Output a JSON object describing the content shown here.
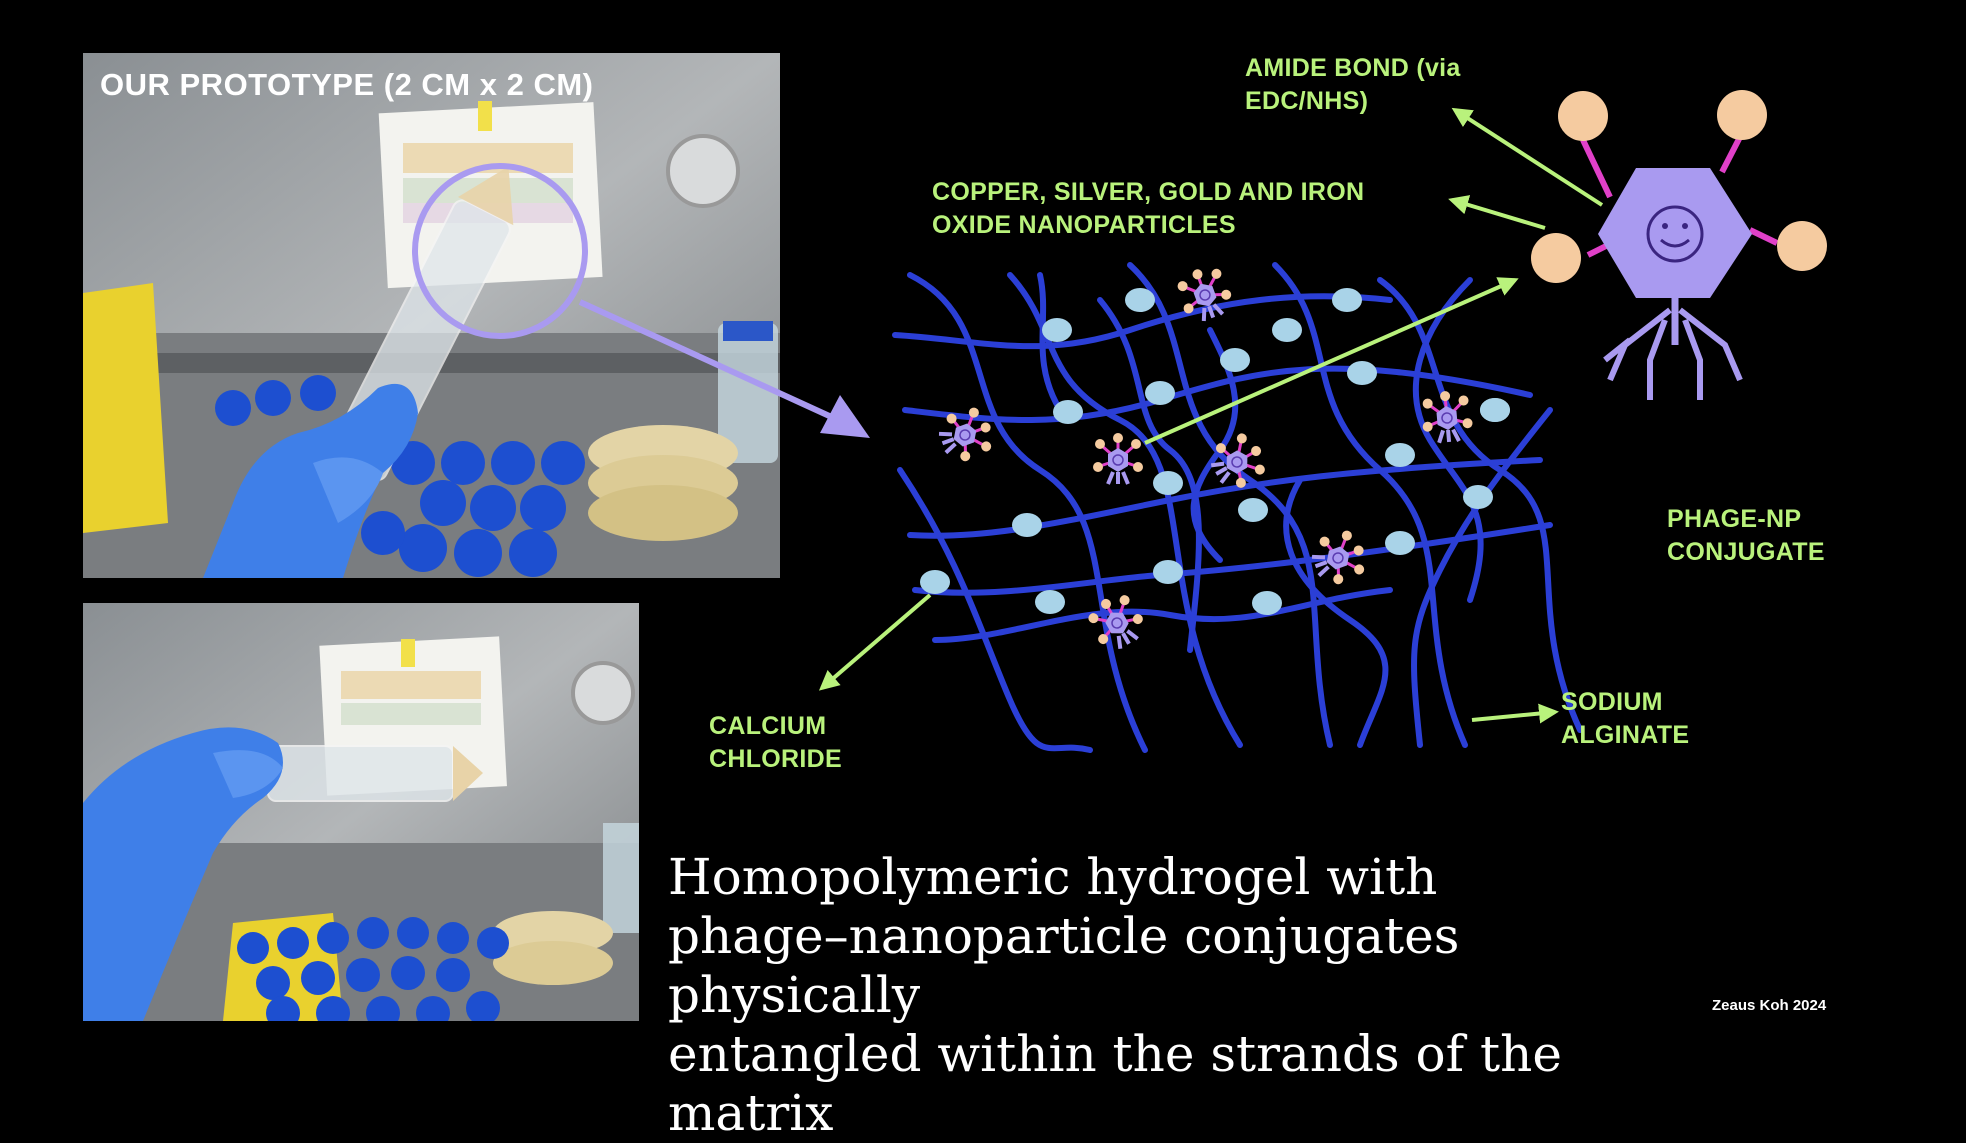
{
  "photos": {
    "top_caption": "OUR PROTOTYPE (2 CM x 2 CM)"
  },
  "labels": {
    "amide_bond": "AMIDE BOND (via\nEDC/NHS)",
    "nanoparticles": "COPPER, SILVER, GOLD AND IRON\nOXIDE NANOPARTICLES",
    "phage_np": "PHAGE-NP\nCONJUGATE",
    "calcium_chloride": "CALCIUM\nCHLORIDE",
    "sodium_alginate": "SODIUM\nALGINATE"
  },
  "headline": "Homopolymeric hydrogel with\nphage–nanoparticle conjugates physically\nentangled within the strands of the matrix",
  "credit": "Zeaus Koh 2024",
  "colors": {
    "background": "#000000",
    "label_green": "#b9f27c",
    "strand_blue": "#2b3fd6",
    "crosslink_node": "#a9d3e8",
    "phage_purple": "#a99af0",
    "nanoparticle": "#f5cba0",
    "linker_magenta": "#e040c8",
    "highlight_circle": "#a99af0"
  }
}
